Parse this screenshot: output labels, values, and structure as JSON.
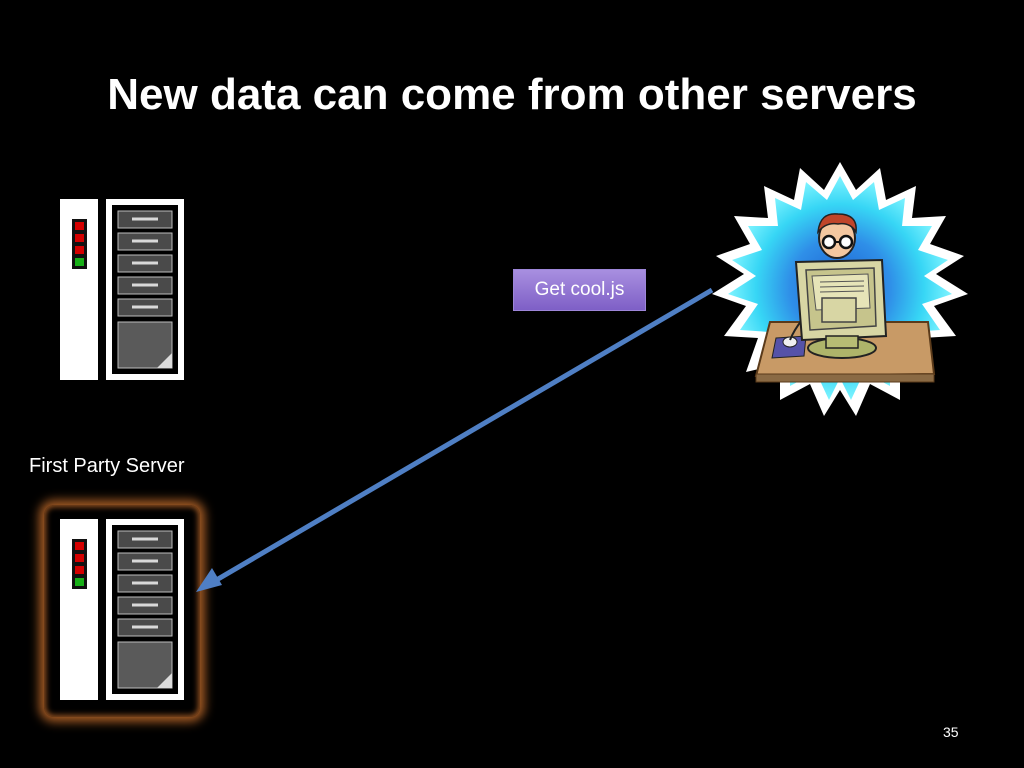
{
  "slide": {
    "title": "New data can come from other servers",
    "server_caption": "First Party Server",
    "request_label": "Get cool.js",
    "page_number": "35"
  },
  "colors": {
    "background": "#000000",
    "arrow": "#4f7fc4",
    "request_box": "#8f72d2",
    "server_glow": "#b4642a",
    "burst_outer": "#00e5ff",
    "burst_inner": "#1f6fd1"
  },
  "icons": {
    "top_server": "server-rack-icon",
    "bottom_server": "server-rack-icon",
    "user": "user-at-computer-icon"
  }
}
